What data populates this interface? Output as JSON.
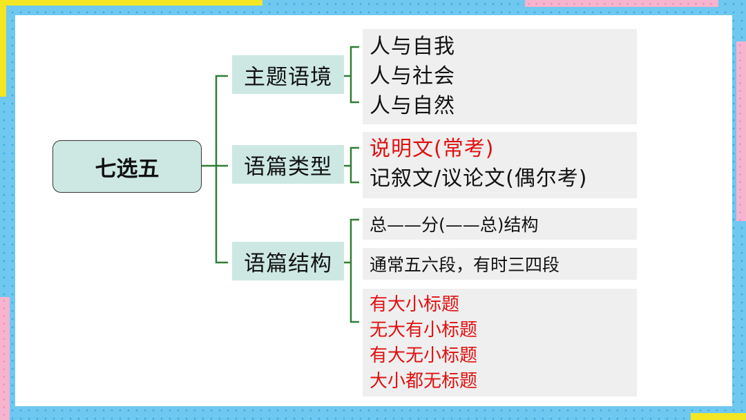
{
  "root": {
    "label": "七选五"
  },
  "categories": [
    {
      "label": "主题语境"
    },
    {
      "label": "语篇类型"
    },
    {
      "label": "语篇结构"
    }
  ],
  "context_box": {
    "lines": [
      "人与自我",
      "人与社会",
      "人与自然"
    ]
  },
  "type_box": {
    "lines": [
      "说明文(常考)",
      "记叙文/议论文(偶尔考)"
    ]
  },
  "structure_boxes": [
    {
      "lines": [
        "总——分(——总)结构"
      ]
    },
    {
      "lines": [
        "通常五六段，有时三四段"
      ]
    },
    {
      "lines": [
        "有大小标题",
        "无大有小标题",
        "有大无小标题",
        "大小都无标题"
      ]
    }
  ],
  "colors": {
    "connector": "#2e7d32",
    "highlight_text": "#e01010",
    "node_fill": "#cde8e3",
    "box_fill": "#efefef"
  }
}
